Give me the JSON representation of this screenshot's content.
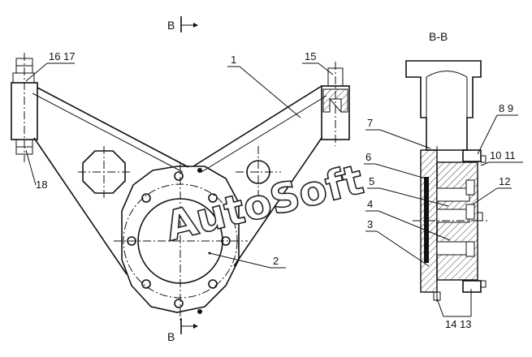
{
  "section_marks": {
    "top": "B",
    "bottom": "B"
  },
  "section_title": "B-B",
  "watermark": "AutoSoft",
  "callouts": {
    "c1": "1",
    "c2": "2",
    "c3": "3",
    "c4": "4",
    "c5": "5",
    "c6": "6",
    "c7": "7",
    "c8_9": "8 9",
    "c10_11": "10 11",
    "c12": "12",
    "c14_13": "14 13",
    "c15": "15",
    "c16_17": "16 17",
    "c18": "18"
  }
}
